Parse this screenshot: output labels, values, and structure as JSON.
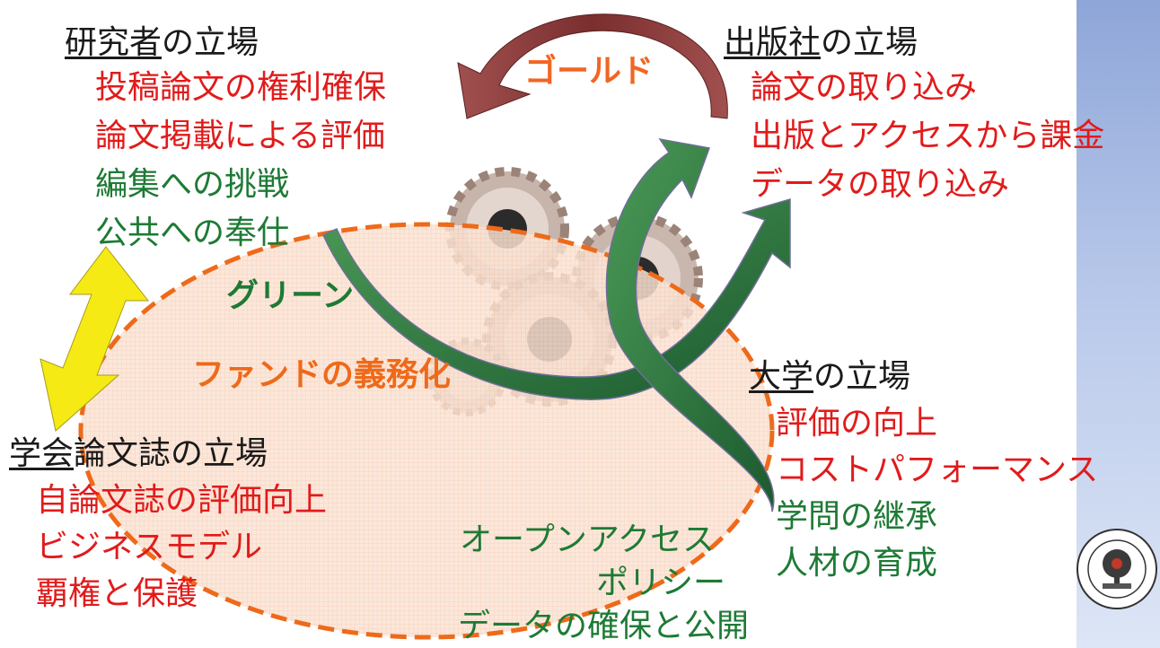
{
  "researcher": {
    "heading_main": "研究者",
    "heading_rest": "の立場",
    "items": [
      "投稿論文の権利確保",
      "論文掲載による評価",
      "編集への挑戦",
      "公共への奉仕"
    ]
  },
  "publisher": {
    "heading_main": "出版社",
    "heading_rest": "の立場",
    "items": [
      "論文の取り込み",
      "出版とアクセスから課金",
      "データの取り込み"
    ]
  },
  "university": {
    "heading_main": "大学",
    "heading_rest": "の立場",
    "items": [
      "評価の向上",
      "コストパフォーマンス",
      "学問の継承",
      "人材の育成"
    ]
  },
  "society": {
    "heading_main": "学会",
    "heading_rest": "論文誌の立場",
    "items": [
      "自論文誌の評価向上",
      "ビジネスモデル",
      "覇権と保護"
    ]
  },
  "labels": {
    "gold": "ゴールド",
    "green": "グリーン",
    "fund": "ファンドの義務化",
    "oa_policy_1": "オープンアクセス",
    "oa_policy_2": "ポリシー",
    "data": "データの確保と公開"
  },
  "colors": {
    "red_text": "#e11b1b",
    "green_text": "#1e7a35",
    "orange_text": "#ee6a1a",
    "gold_arrow": "#8b3a3a",
    "green_arrow": "#1f6e3a",
    "yellow_arrow": "#f5ea14",
    "ellipse_fill": "#fbe3d4",
    "ellipse_stroke": "#ee6a1a"
  }
}
